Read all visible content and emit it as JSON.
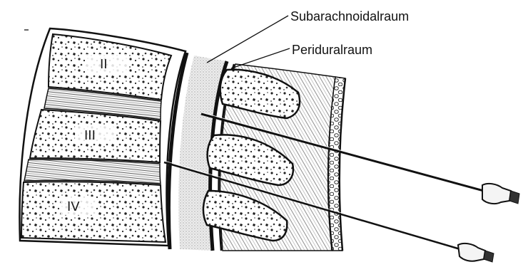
{
  "labels": {
    "subarachnoid": "Subarachnoidalraum",
    "peridural": "Periduralraum"
  },
  "vertebrae": {
    "v2": "II",
    "v3": "III",
    "v4": "IV"
  },
  "colors": {
    "ink": "#111111",
    "paper": "#ffffff",
    "stipple": "#d9d9d9"
  }
}
